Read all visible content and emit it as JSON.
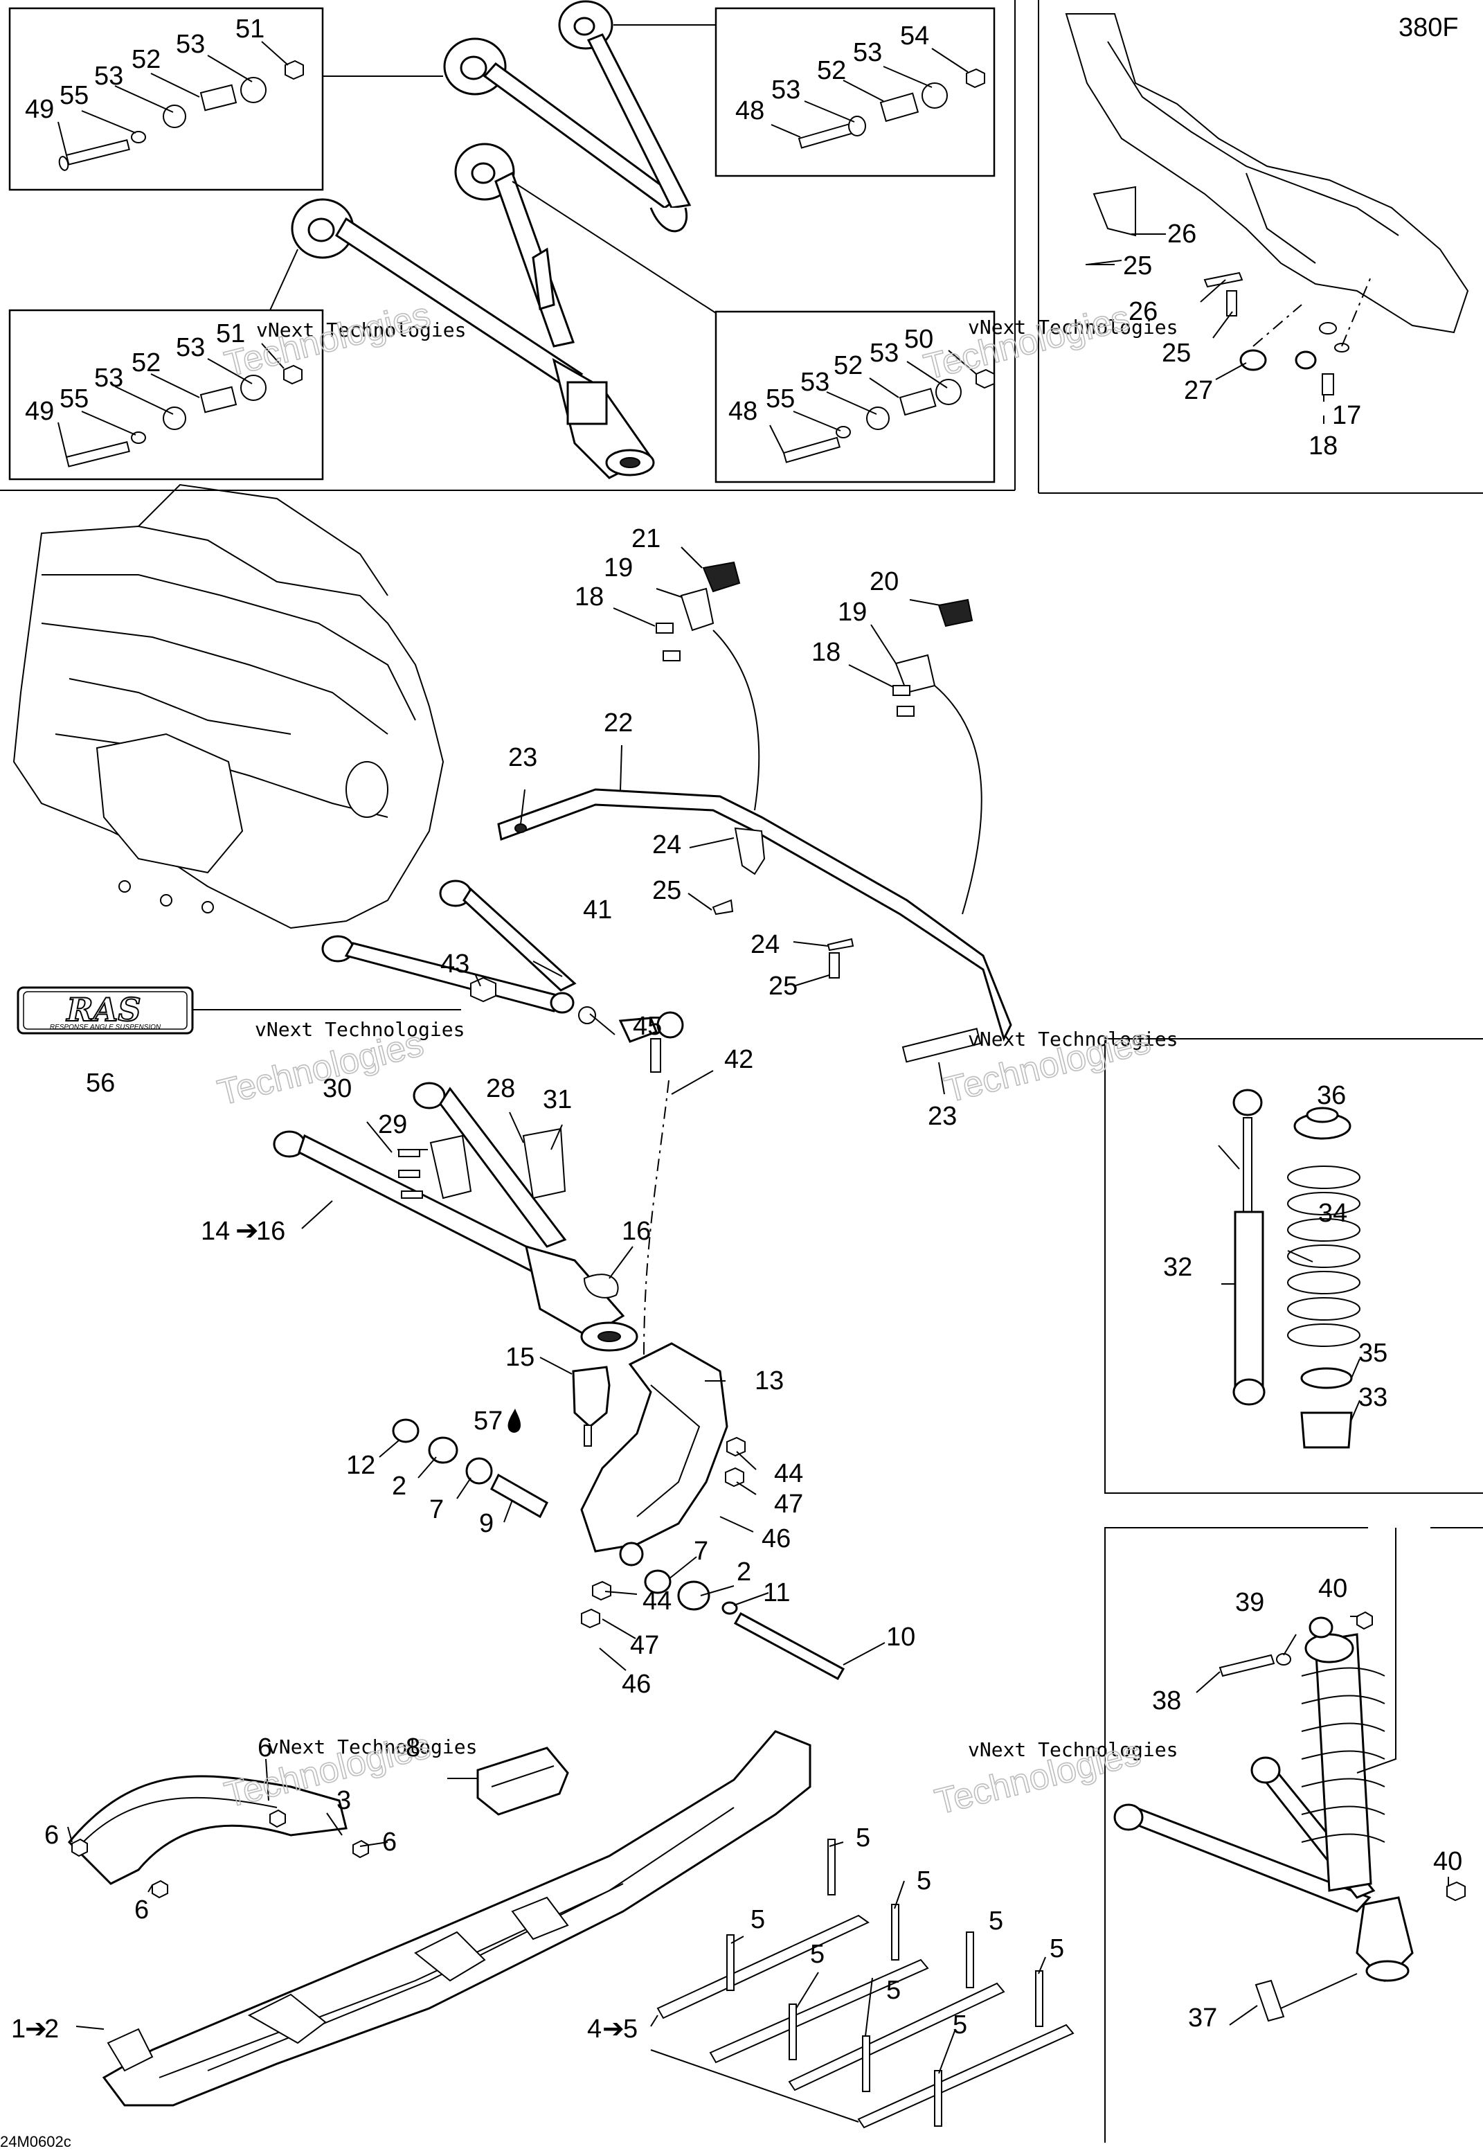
{
  "diagram": {
    "model_code": "380F",
    "drawing_ref": "24M0602c",
    "ras_logo_text": "RAS",
    "ras_logo_subtext": "RESPONSE ANGLE SUSPENSION",
    "watermark_text": "vNext Technologies",
    "watermark_big": "Technologies",
    "callouts": {
      "c1": "49",
      "c2": "55",
      "c3": "53",
      "c4": "52",
      "c5": "53",
      "c6": "51",
      "c7": "48",
      "c8": "53",
      "c9": "52",
      "c10": "53",
      "c11": "54",
      "c12": "49",
      "c13": "55",
      "c14": "53",
      "c15": "52",
      "c16": "53",
      "c17": "51",
      "c18": "48",
      "c19": "55",
      "c20": "53",
      "c21": "52",
      "c22": "53",
      "c23": "50",
      "c24": "26",
      "c25": "25",
      "c26": "26",
      "c27": "25",
      "c28": "27",
      "c29": "17",
      "c30": "18",
      "c31": "21",
      "c32": "19",
      "c33": "18",
      "c34": "20",
      "c35": "19",
      "c36": "18",
      "c37": "22",
      "c38": "23",
      "c39": "24",
      "c40": "25",
      "c41": "24",
      "c42": "25",
      "c43": "41",
      "c44": "43",
      "c45": "45",
      "c46": "42",
      "c47": "23",
      "c48": "56",
      "c49": "30",
      "c50": "29",
      "c51": "28",
      "c52": "31",
      "c53": "14",
      "c54": "16",
      "c55": "16",
      "c56": "15",
      "c57": "13",
      "c58": "57",
      "c59": "12",
      "c60": "2",
      "c61": "7",
      "c62": "9",
      "c63": "44",
      "c64": "47",
      "c65": "46",
      "c66": "7",
      "c67": "2",
      "c68": "11",
      "c69": "10",
      "c70": "44",
      "c71": "47",
      "c72": "46",
      "c73": "36",
      "c74": "34",
      "c75": "32",
      "c76": "35",
      "c77": "33",
      "c78": "39",
      "c79": "40",
      "c80": "38",
      "c81": "40",
      "c82": "37",
      "c83": "6",
      "c84": "8",
      "c85": "3",
      "c86": "6",
      "c87": "6",
      "c88": "6",
      "c89": "1",
      "c90": "2",
      "c91": "5",
      "c92": "5",
      "c93": "5",
      "c94": "5",
      "c95": "5",
      "c96": "5",
      "c97": "5",
      "c98": "5",
      "c99": "4",
      "c100": "5"
    }
  }
}
